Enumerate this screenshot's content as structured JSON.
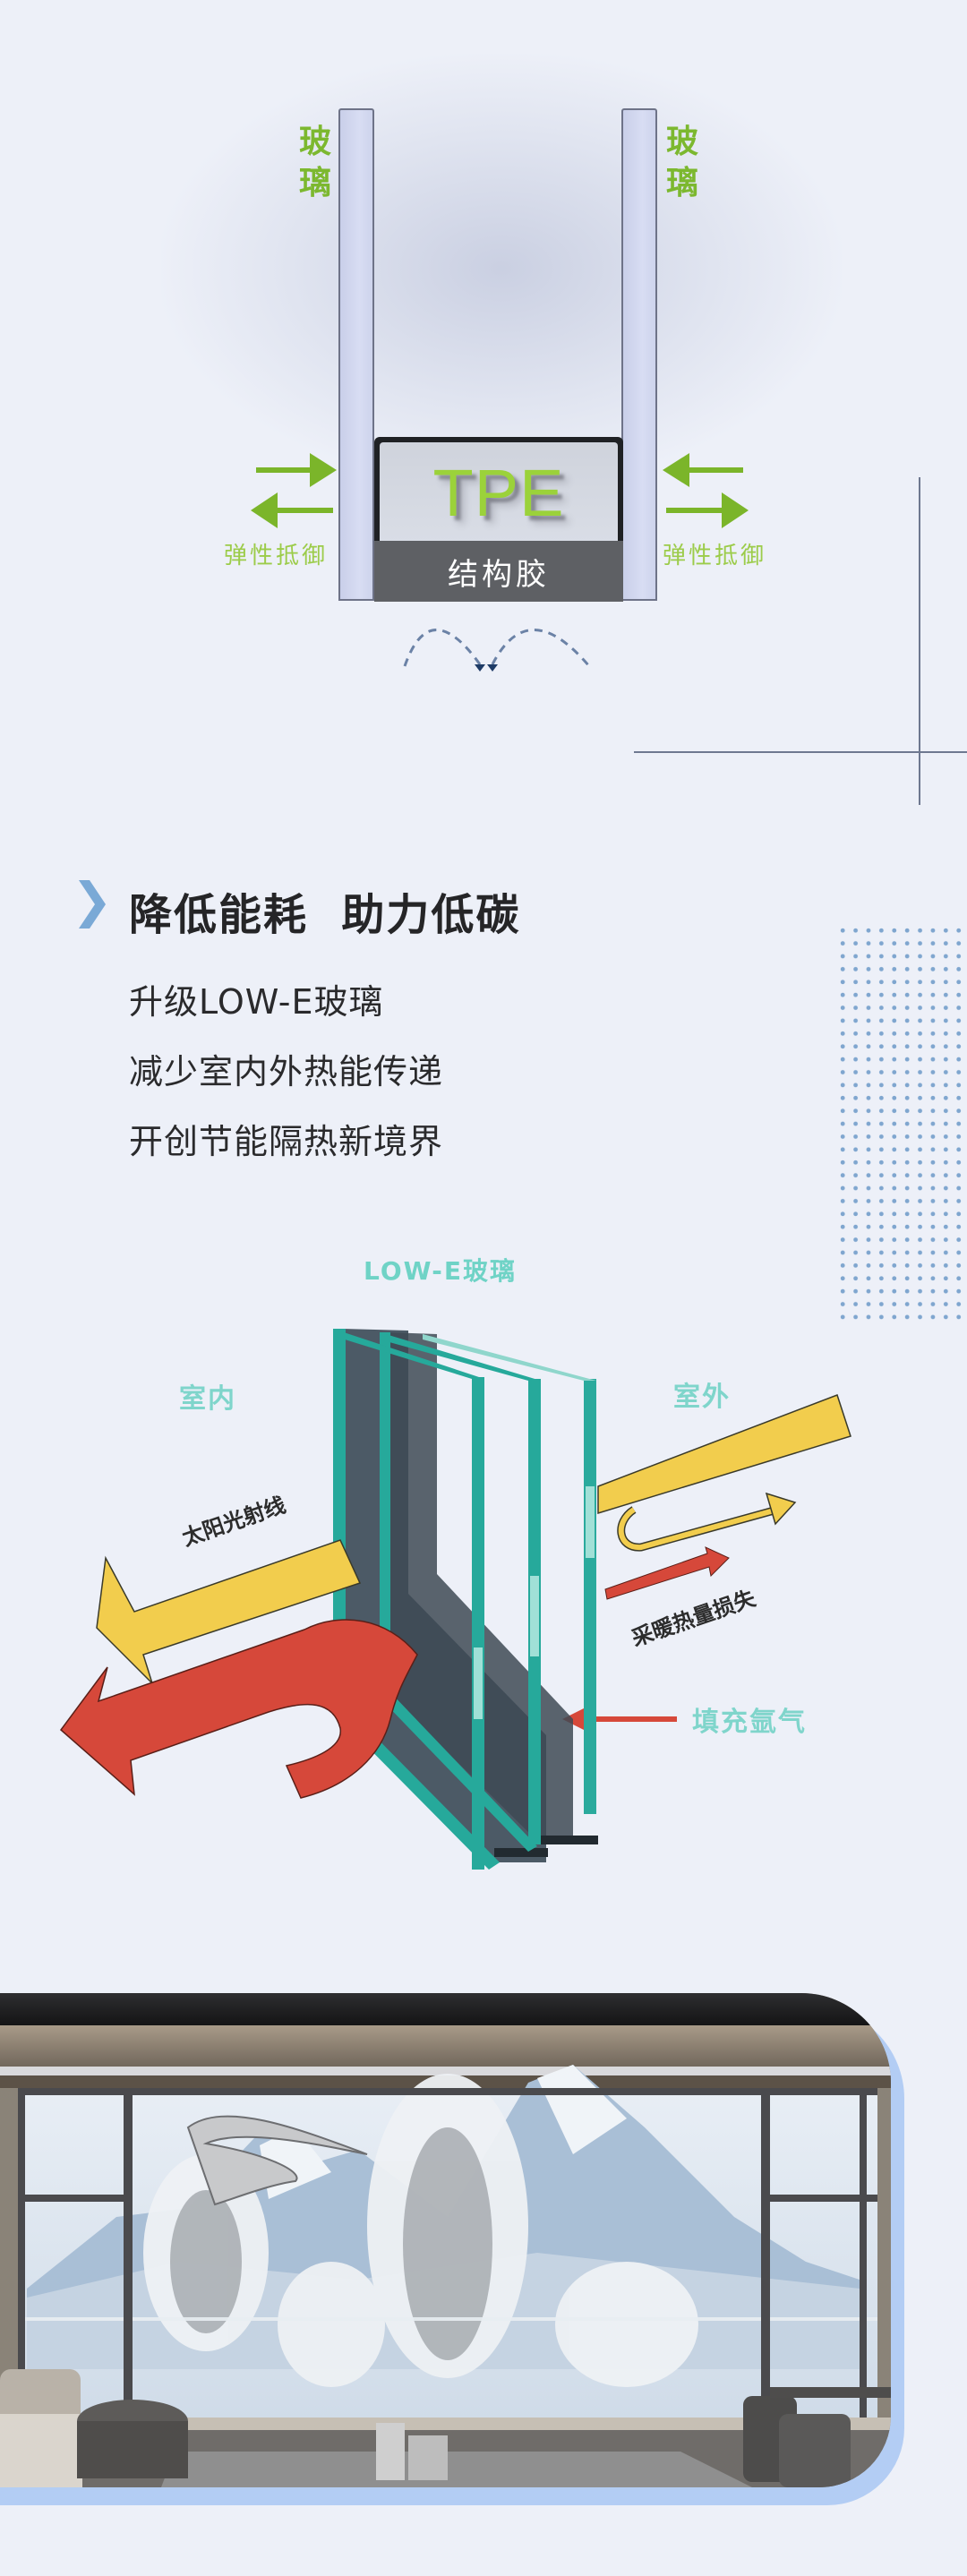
{
  "tpe_diagram": {
    "glass_label_left": "玻璃",
    "glass_label_right": "玻璃",
    "tpe_label": "TPE",
    "sealant_label": "结构胶",
    "resist_label_left": "弹性抵御",
    "resist_label_right": "弹性抵御",
    "colors": {
      "label_green": "#7cb82f",
      "tpe_green": "#9bd23a",
      "sealant_gray": "#5e6064",
      "pane_blue": "#d2d8ef"
    }
  },
  "feature": {
    "heading": "降低能耗  助力低碳",
    "bullets": [
      "升级LOW-E玻璃",
      "减少室内外热能传递",
      "开创节能隔热新境界"
    ],
    "accent_color": "#7aa9d6",
    "dot_grid": {
      "columns": 10,
      "rows": 31,
      "color": "#7fa6cf"
    }
  },
  "lowe_diagram": {
    "title": "LOW-E玻璃",
    "label_indoor": "室内",
    "label_outdoor": "室外",
    "label_sunlight": "太阳光射线",
    "label_heat_loss": "采暖热量损失",
    "label_argon": "填充氩气",
    "colors": {
      "teal": "#26a99b",
      "label_teal": "#7fd5cb",
      "sun_yellow": "#f2cd4d",
      "heat_red": "#d6483a",
      "frame_gray": "#4c5a66"
    }
  },
  "photo": {
    "description": "Living room interior with floor-to-ceiling windows overlooking snowy mountains and trees",
    "border_color": "#b3cdf4"
  }
}
